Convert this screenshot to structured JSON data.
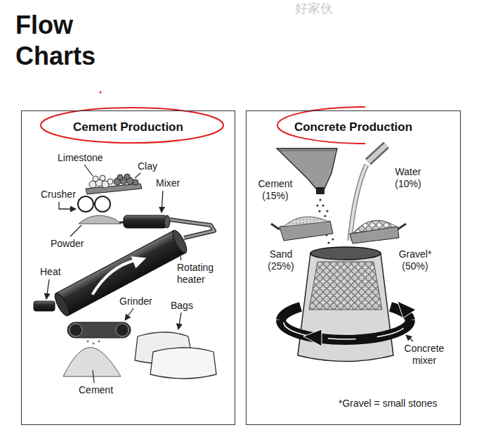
{
  "diagram": {
    "title": "Flow Charts",
    "nodes": [
      {
        "text": [
          "Cement Production"
        ]
      },
      {
        "text": [
          "Concrete Production"
        ]
      }
    ],
    "labels": [
      "好家伙",
      "Limestone",
      "Clay",
      "Crusher",
      "Mixer",
      "Powder",
      "Rotating heater",
      "Heat",
      "Grinder",
      "Bags",
      "Cement",
      "Cement (15%)",
      "Water (10%)",
      "Sand (25%)",
      "Gravel* (50%)",
      "Concrete mixer",
      "*Gravel = small stones"
    ]
  }
}
